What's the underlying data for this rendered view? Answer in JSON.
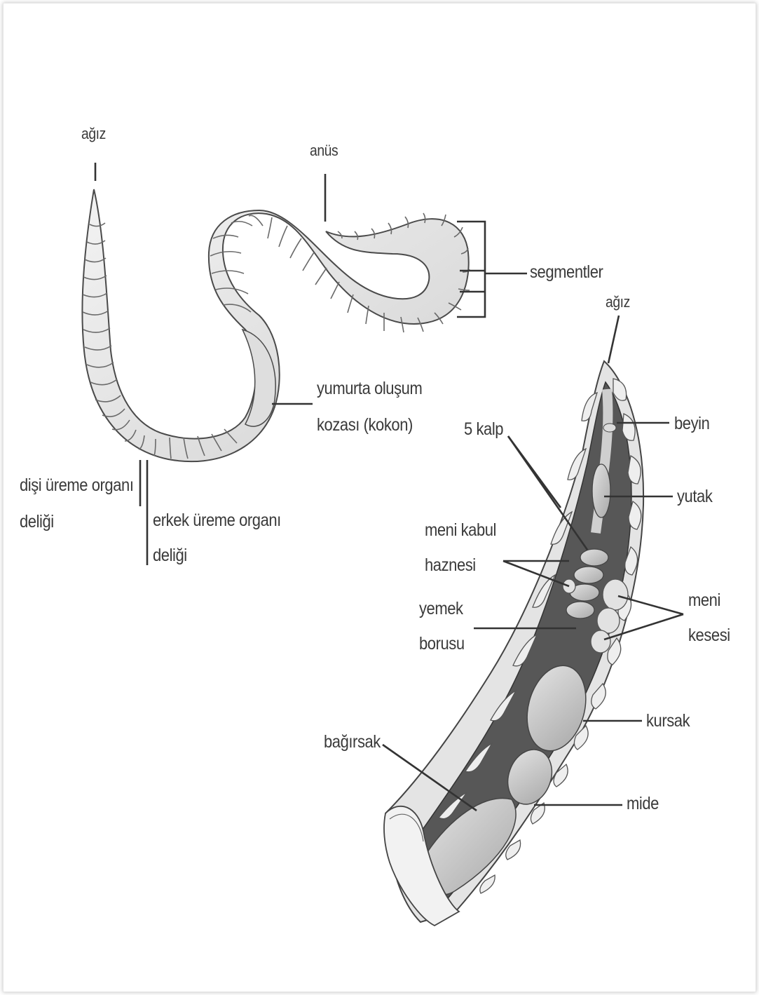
{
  "labels": {
    "agiz_top": "ağız",
    "anus": "anüs",
    "segmentler": "segmentler",
    "agiz_right": "ağız",
    "yumurta_1": "yumurta oluşum",
    "yumurta_2": "kozası (kokon)",
    "kalp": "5 kalp",
    "beyin": "beyin",
    "disi_1": "dişi üreme organı",
    "disi_2": "deliği",
    "erkek_1": "erkek üreme organı",
    "erkek_2": "deliği",
    "yutak": "yutak",
    "meni_kabul_1": "meni kabul",
    "meni_kabul_2": "haznesi",
    "meni_kesesi_1": "meni",
    "meni_kesesi_2": "kesesi",
    "yemek_1": "yemek",
    "yemek_2": "borusu",
    "bagirsak": "bağırsak",
    "kursak": "kursak",
    "mide": "mide"
  },
  "colors": {
    "outline": "#4a4a4a",
    "worm_fill": "#e9e9e9",
    "interior_dark": "#575757",
    "organ_fill": "#cfcfcf"
  }
}
